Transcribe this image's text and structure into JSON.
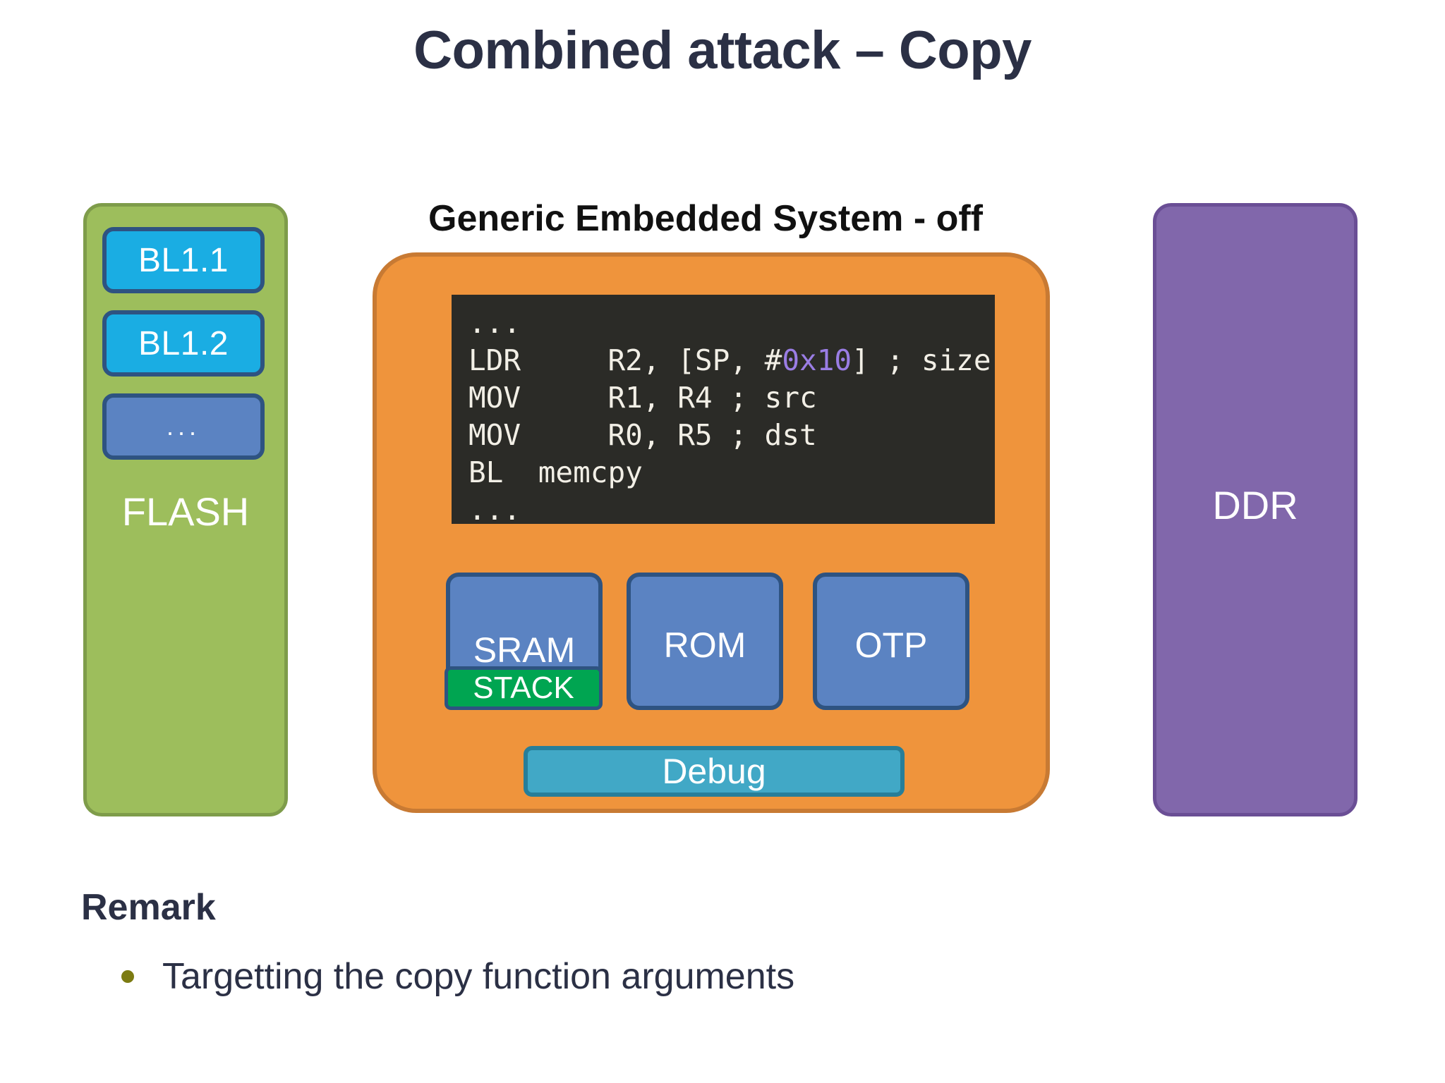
{
  "slide": {
    "title": "Combined attack – Copy",
    "title_color": "#2b3045",
    "background": "#ffffff"
  },
  "flash": {
    "label": "FLASH",
    "color": "#9dbe5c",
    "border_color": "#7e9c4a",
    "blocks": [
      {
        "label": "BL1.1",
        "color": "#1aade3"
      },
      {
        "label": "BL1.2",
        "color": "#1aade3"
      },
      {
        "label": "...",
        "color": "#5b83c2"
      }
    ]
  },
  "ddr": {
    "label": "DDR",
    "color": "#8167ab",
    "border_color": "#6a4e95"
  },
  "soc": {
    "title": "Generic Embedded System - off",
    "color": "#ef943c",
    "border_color": "#c87a33",
    "code": {
      "background": "#2b2b27",
      "text_color": "#f2efe6",
      "highlight_color": "#9a7de4",
      "lines": [
        "...",
        "LDR     R2, [SP, #0x10] ; size",
        "MOV     R1, R4 ; src",
        "MOV     R0, R5 ; dst",
        "BL  memcpy",
        "..."
      ],
      "highlight_token": "0x10"
    },
    "memories": [
      {
        "label": "SRAM",
        "color": "#5b83c2"
      },
      {
        "label": "ROM",
        "color": "#5b83c2"
      },
      {
        "label": "OTP",
        "color": "#5b83c2"
      }
    ],
    "stack": {
      "label": "STACK",
      "color": "#00a551"
    },
    "debug": {
      "label": "Debug",
      "color": "#41a8c6",
      "border_color": "#277e99"
    }
  },
  "remark": {
    "heading": "Remark",
    "bullets": [
      "Targetting the copy function arguments"
    ],
    "bullet_color": "#7c7b12"
  }
}
